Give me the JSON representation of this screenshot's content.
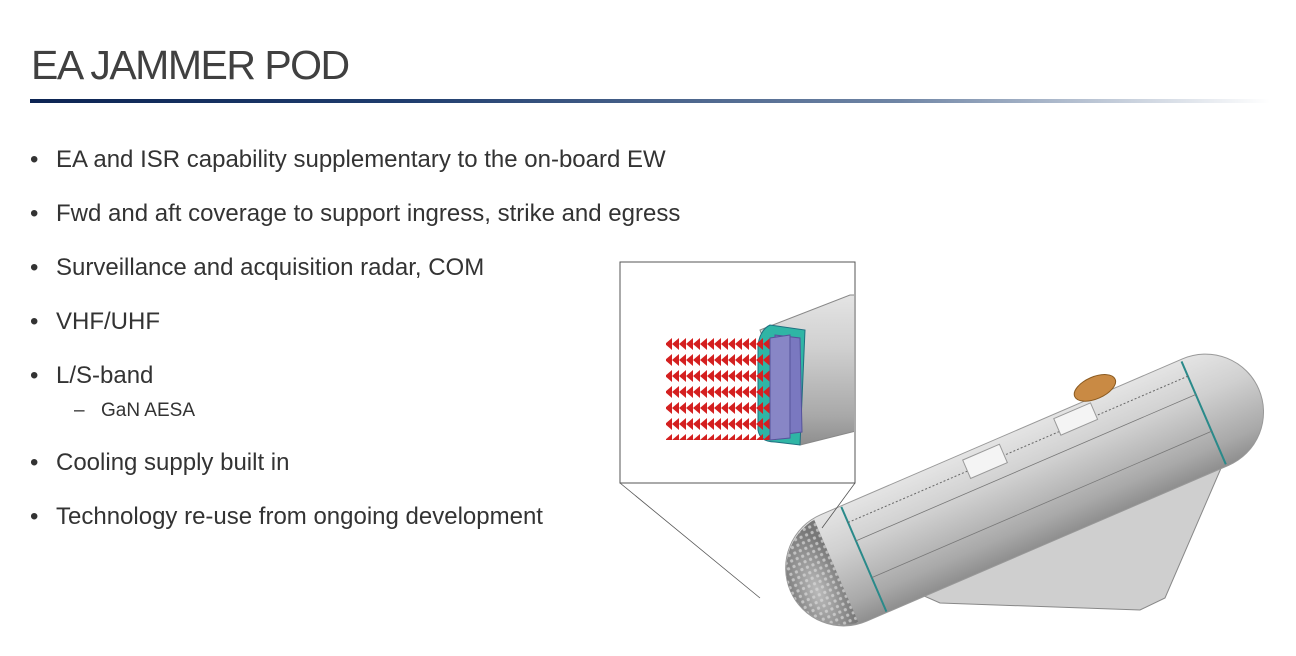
{
  "slide": {
    "title": "EA JAMMER POD",
    "bullets": [
      {
        "text": "EA and ISR capability supplementary to the on-board EW"
      },
      {
        "text": "Fwd and aft coverage to support ingress, strike and egress"
      },
      {
        "text": "Surveillance and acquisition radar, COM"
      },
      {
        "text": "VHF/UHF"
      },
      {
        "text": "L/S-band",
        "sub": [
          "GaN AESA"
        ]
      },
      {
        "text": "Cooling supply built in"
      },
      {
        "text": "Technology re-use from ongoing development"
      }
    ],
    "bullet_glyph": "•",
    "sub_glyph": "–"
  },
  "colors": {
    "title": "#404040",
    "rule": "#0c2453",
    "array": "#d42020",
    "pod": "#c8c8c8"
  }
}
